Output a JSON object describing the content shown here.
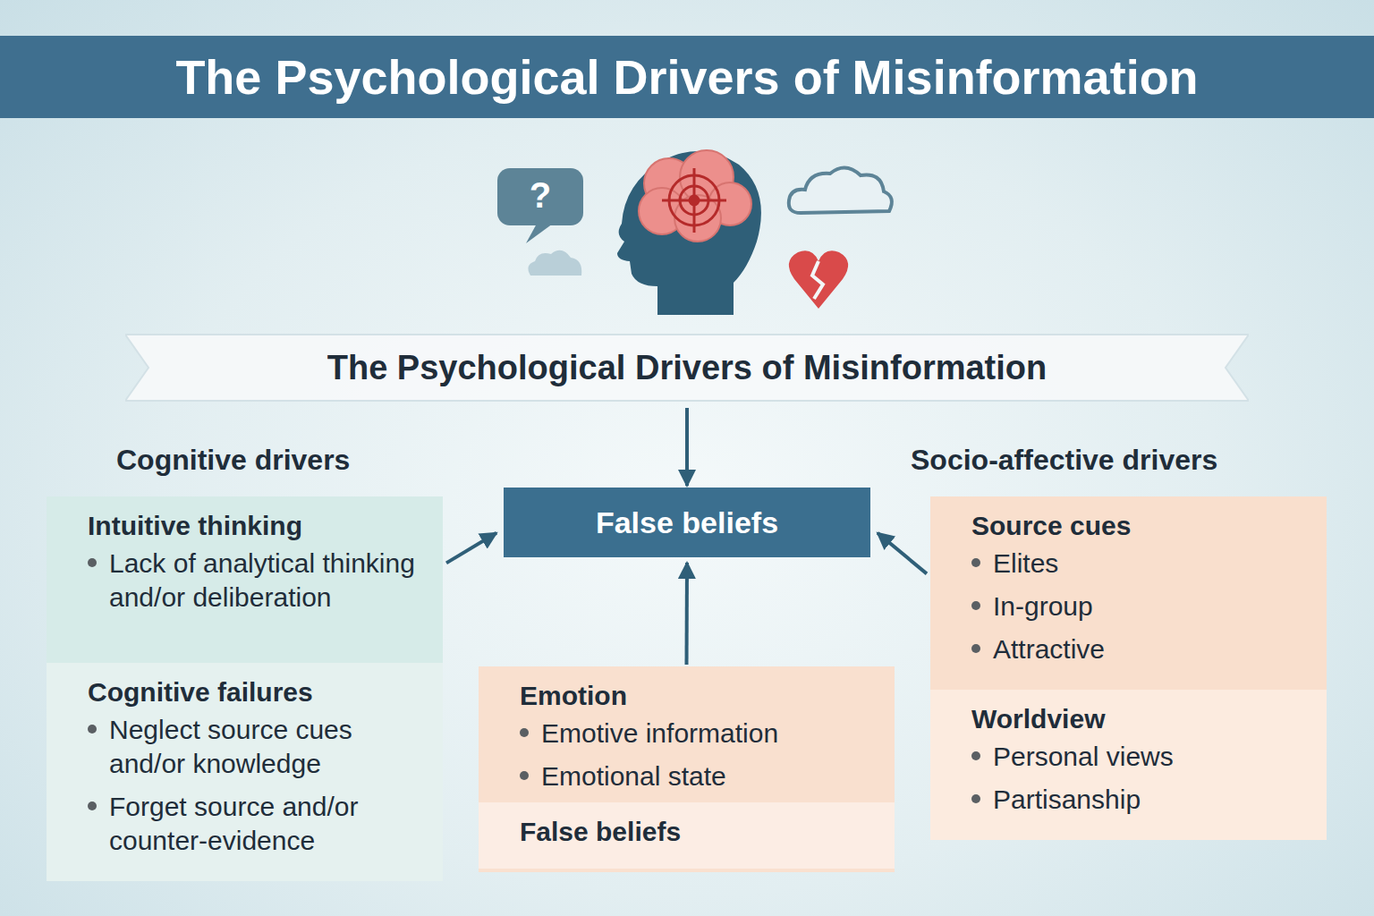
{
  "diagram": {
    "title": "The Psychological Drivers of Misinformation",
    "nodes": [
      {
        "text": [
          "The Psychological Drivers of Misinformation"
        ]
      },
      {
        "text": [
          "False beliefs"
        ]
      },
      {
        "text": [
          "Intuitive thinking",
          "Lack of analytical thinking and/or deliberation"
        ]
      },
      {
        "text": [
          "Cognitive failures",
          "Neglect source cues and/or knowledge",
          "Forget source and/or counter-evidence"
        ]
      },
      {
        "text": [
          "Emotion",
          "Emotive information",
          "Emotional state",
          "False beliefs"
        ]
      },
      {
        "text": [
          "Source cues",
          "Elites",
          "In-group",
          "Attractive"
        ]
      },
      {
        "text": [
          "Worldview",
          "Personal views",
          "Partisanship"
        ]
      }
    ],
    "edges": [
      {
        "from": 0,
        "to": 1,
        "arrow": "to"
      },
      {
        "from": 2,
        "to": 1,
        "arrow": "to"
      },
      {
        "from": 4,
        "to": 1,
        "arrow": "to"
      },
      {
        "from": 5,
        "to": 1,
        "arrow": "to"
      }
    ],
    "labels": [
      "Cognitive drivers",
      "Socio-affective drivers",
      "?"
    ]
  }
}
